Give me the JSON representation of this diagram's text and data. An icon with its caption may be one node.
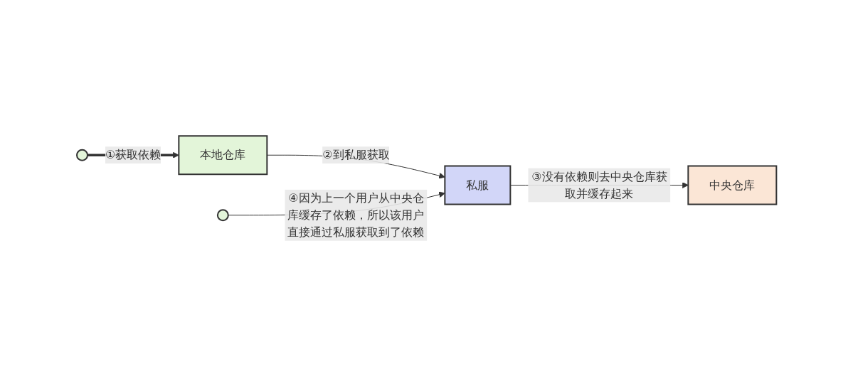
{
  "diagram": {
    "nodes": [
      {
        "text": [],
        "shape": "person"
      },
      {
        "text": [
          "本地仓库"
        ]
      },
      {
        "text": [
          "私服"
        ]
      },
      {
        "text": [
          "中央仓库"
        ]
      },
      {
        "text": [],
        "shape": "person"
      }
    ],
    "edges": [
      {
        "from": 0,
        "to": 1,
        "arrow": "to",
        "label": "①获取依赖",
        "style": "thick"
      },
      {
        "from": 1,
        "to": 2,
        "arrow": "to",
        "label": "②到私服获取"
      },
      {
        "from": 2,
        "to": 3,
        "arrow": "to",
        "label": "③没有依赖则去中央仓库获取并缓存起来"
      },
      {
        "from": 4,
        "to": 2,
        "arrow": "to",
        "label": "④因为上一个用户从中央仓库缓存了依赖，所以该用户直接通过私服获取到了依赖"
      }
    ]
  }
}
